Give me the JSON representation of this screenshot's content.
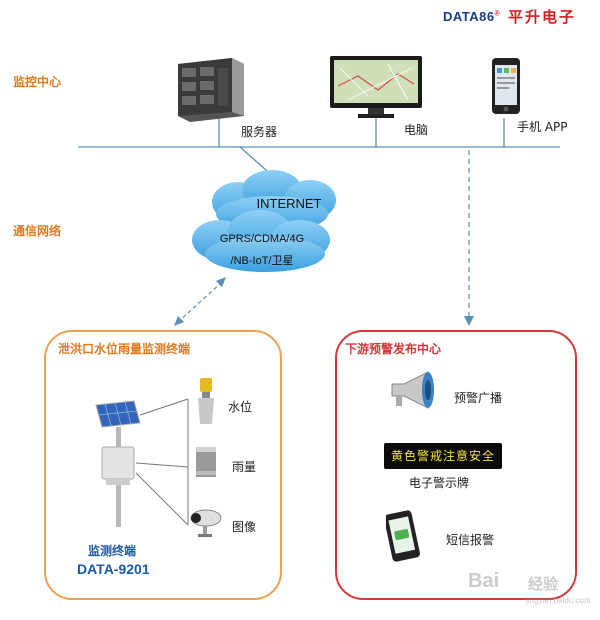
{
  "brand": {
    "en": "DATA86",
    "reg": "®",
    "cn": "平升电子"
  },
  "sections": {
    "monitoring_center": "监控中心",
    "comm_network": "通信网络"
  },
  "devices": {
    "server": "服务器",
    "pc": "电脑",
    "mobile_app": "手机 APP"
  },
  "cloud": {
    "internet": "INTERNET",
    "line1": "GPRS/CDMA/4G",
    "line2": "/NB-IoT/卫星"
  },
  "left_box": {
    "title": "泄洪口水位雨量监测终端",
    "sensors": [
      "水位",
      "雨量",
      "图像"
    ],
    "terminal_label": "监测终端",
    "terminal_model": "DATA-9201"
  },
  "right_box": {
    "title": "下游预警发布中心",
    "broadcast": "预警广播",
    "led_text": "黄色警戒注意安全",
    "sign_label": "电子警示牌",
    "sms": "短信报警"
  },
  "watermark": {
    "text": "Bai",
    "sub": "经验",
    "url": "jingyan.baidu.com"
  },
  "colors": {
    "section": "#e07b1e",
    "line": "#5b8fb5",
    "left_border": "#f0a050",
    "right_border": "#d23a3a",
    "model": "#1b5aa8"
  }
}
